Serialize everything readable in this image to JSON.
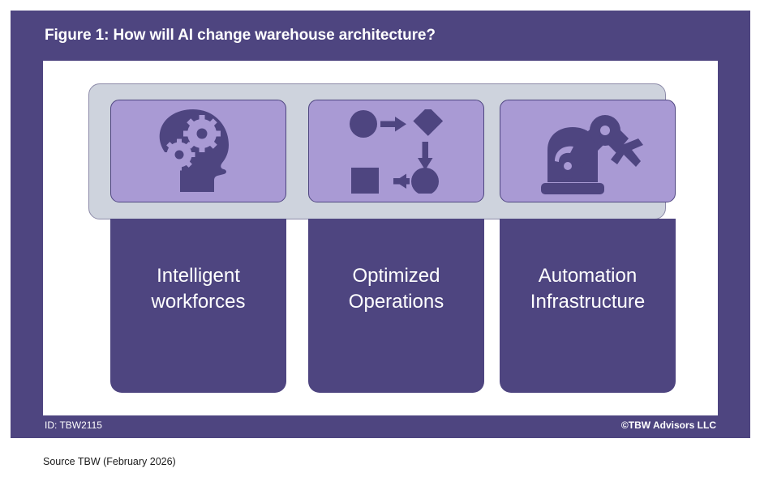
{
  "figure": {
    "title": "Figure 1: How will AI change warehouse architecture?",
    "id_label": "ID: TBW2115",
    "copyright": "©TBW Advisors LLC",
    "source_note": "Source TBW (February 2026)"
  },
  "colors": {
    "frame_purple": "#4e4580",
    "tile_light_purple": "#a99ad4",
    "shelf_gray": "#ced3dd",
    "shelf_border": "#8c8aa8",
    "canvas_white": "#ffffff",
    "label_text": "#ffffff"
  },
  "columns": [
    {
      "icon_name": "brain-gears-icon",
      "label": "Intelligent\nworkforces"
    },
    {
      "icon_name": "workflow-diagram-icon",
      "label": "Optimized\nOperations"
    },
    {
      "icon_name": "robot-arm-icon",
      "label": "Automation\nInfrastructure"
    }
  ]
}
